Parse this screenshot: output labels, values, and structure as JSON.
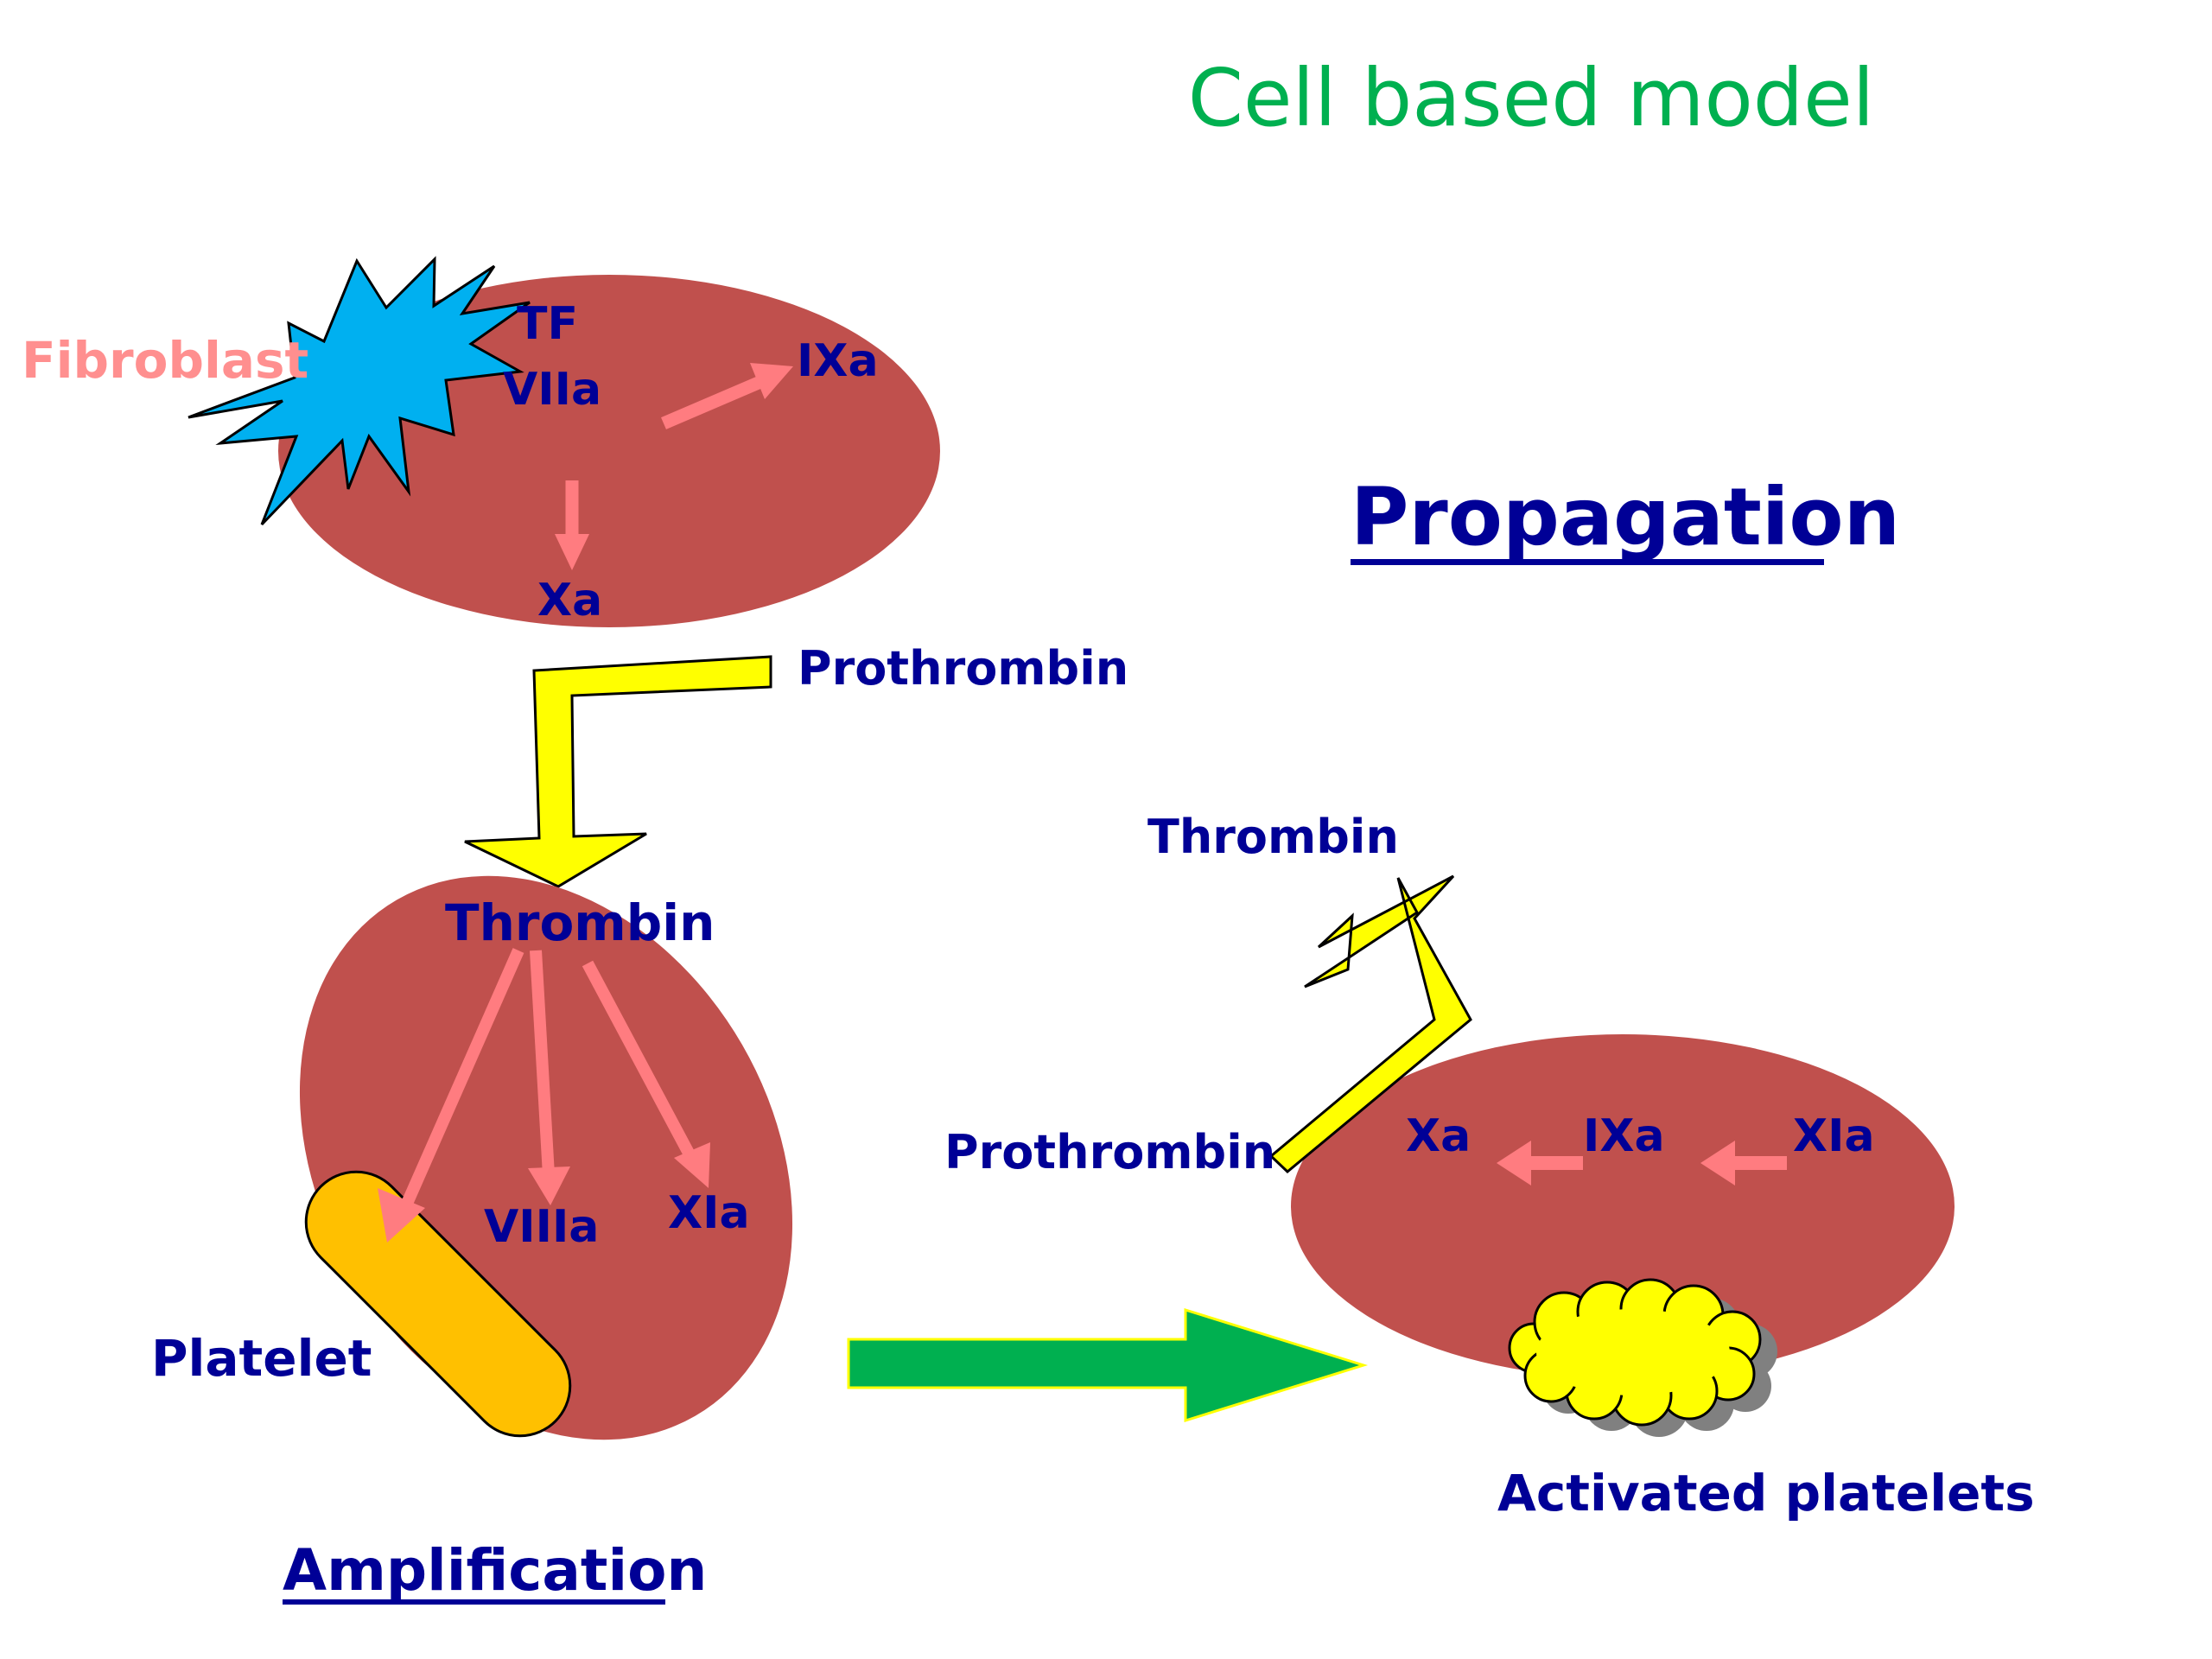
{
  "title": "Cell based model",
  "colors": {
    "title": "#00b050",
    "label": "#000096",
    "fibroblast_label": "#ff8f8f",
    "cell": "#c0504d",
    "star": "#00b0f0",
    "reaction_arrow": "#ff7c80",
    "flow_arrow": "#ffff00",
    "platelet": "#ffc000",
    "stage_arrow": "#00b050",
    "activated_platelets": "#ffff00"
  },
  "initiation": {
    "fibroblast_label": "Fibroblast",
    "factors": {
      "tf": "TF",
      "viia": "VIIa",
      "ixa": "IXa",
      "xa": "Xa"
    },
    "prothrombin_label": "Prothrombin"
  },
  "amplification": {
    "heading": "Amplification",
    "thrombin_label": "Thrombin",
    "viiia": "VIIIa",
    "xia": "XIa",
    "platelet_label": "Platelet"
  },
  "propagation": {
    "heading": "Propagation",
    "thrombin_label": "Thrombin",
    "prothrombin_label": "Prothrombin",
    "xa": "Xa",
    "ixa": "IXa",
    "xia": "XIa",
    "activated_platelets_label": "Activated platelets"
  }
}
